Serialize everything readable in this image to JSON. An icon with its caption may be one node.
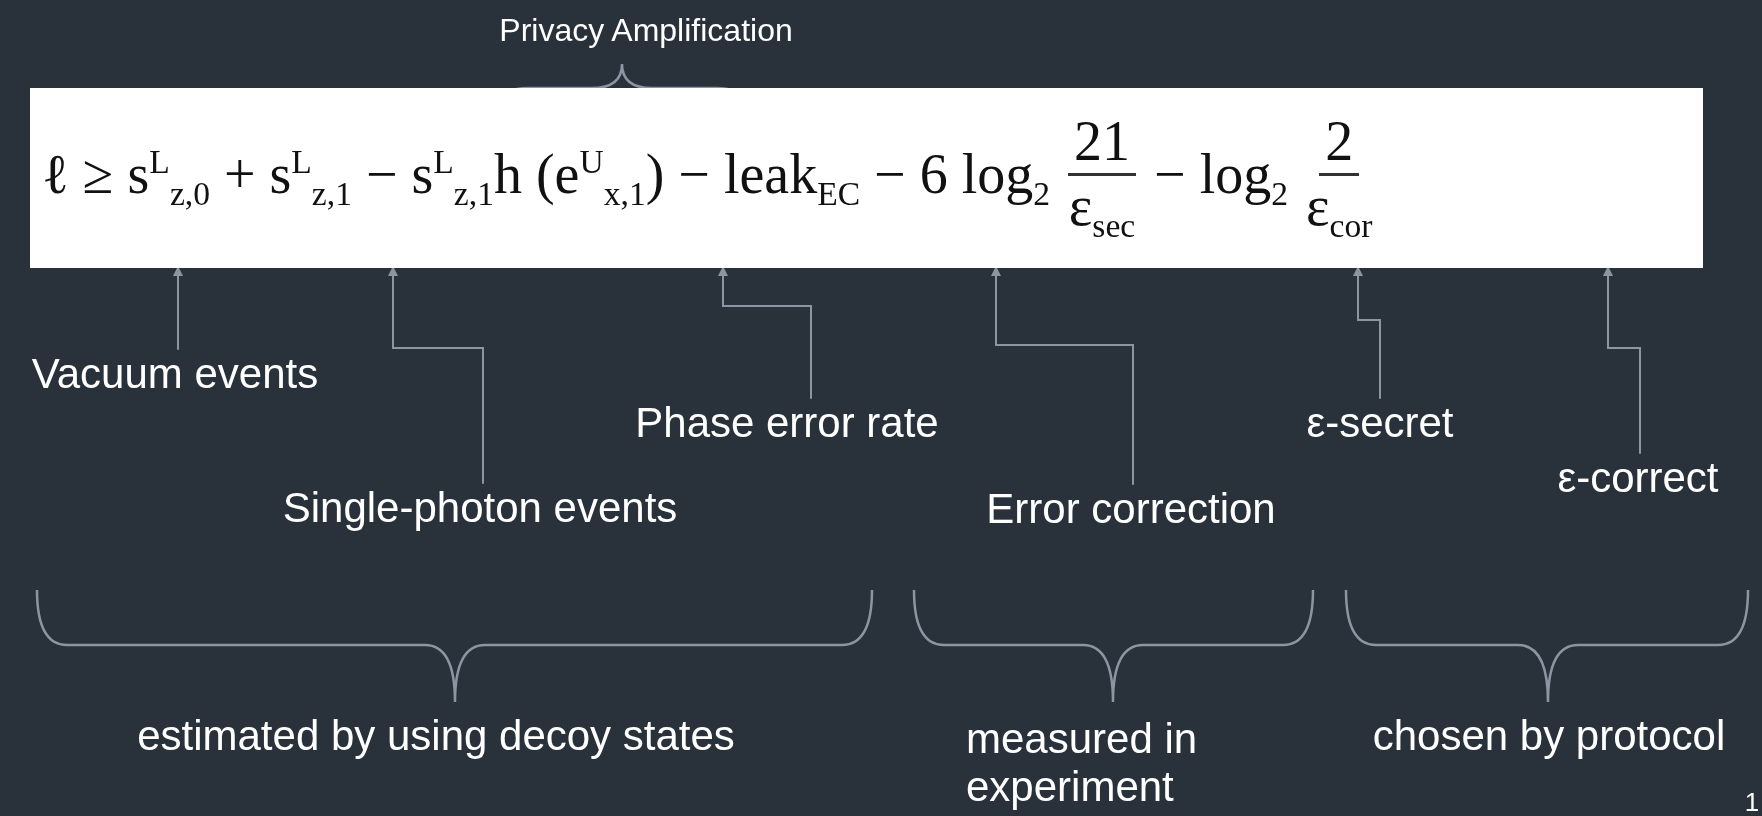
{
  "diagram": {
    "nodes": [
      {
        "text": [
          "ℓ ≥ s$^{L}$$_{z,0}$ + s$^{L}$$_{z,1}$ − s$^{L}$$_{z,1}$h (e$^{U}$$_{x,1}$) − leak$_{EC}$ − 6 log$_{2}$",
          "21",
          "ε$_{sec}$",
          "− log$_{2}$",
          "2",
          "ε$_{cor}$"
        ]
      },
      {
        "text": [
          "Vacuum events"
        ]
      },
      {
        "text": [
          "Single-photon events"
        ]
      },
      {
        "text": [
          "Phase error rate"
        ]
      },
      {
        "text": [
          "Error correction"
        ]
      },
      {
        "text": [
          "ε-secret"
        ]
      },
      {
        "text": [
          "ε-correct"
        ]
      }
    ],
    "edges": [
      {
        "from": 1,
        "to": 0,
        "arrow": "to"
      },
      {
        "from": 2,
        "to": 0,
        "arrow": "to"
      },
      {
        "from": 3,
        "to": 0,
        "arrow": "to"
      },
      {
        "from": 4,
        "to": 0,
        "arrow": "to"
      },
      {
        "from": 5,
        "to": 0,
        "arrow": "to"
      },
      {
        "from": 6,
        "to": 0,
        "arrow": "to"
      }
    ],
    "labels": [
      "Privacy Amplification",
      "estimated by using decoy states",
      "measured in experiment",
      "chosen by protocol",
      "1"
    ]
  }
}
